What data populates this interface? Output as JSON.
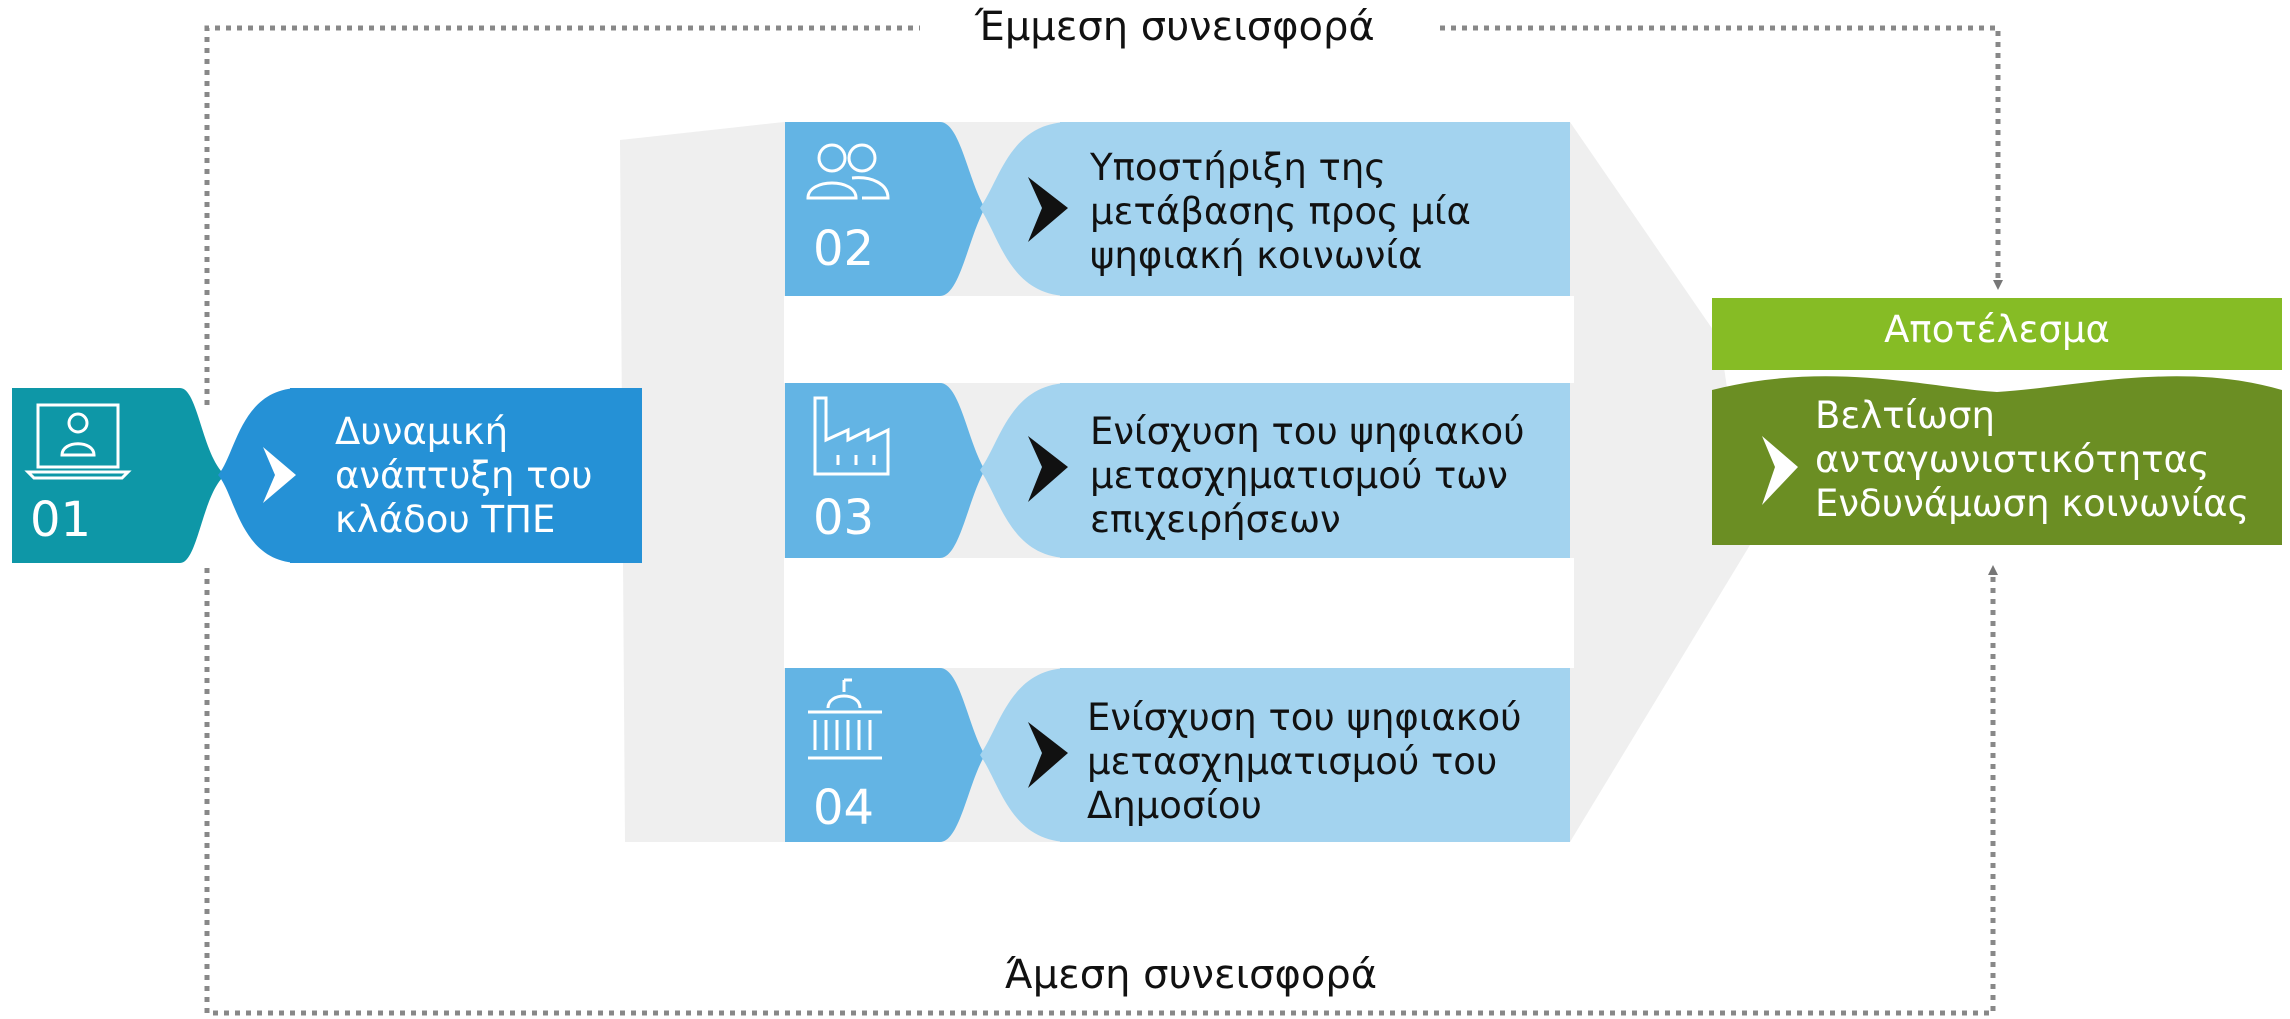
{
  "flows": {
    "indirect_label": "Έμμεση συνεισφορά",
    "direct_label": "Άμεση συνεισφορά"
  },
  "steps": [
    {
      "number": "01",
      "icon": "laptop-user-icon",
      "title": "Δυναμική\nανάπτυξη του\nκλάδου ΤΠΕ"
    },
    {
      "number": "02",
      "icon": "people-icon",
      "title": "Υποστήριξη της\nμετάβασης προς μία\nψηφιακή κοινωνία"
    },
    {
      "number": "03",
      "icon": "factory-icon",
      "title": "Ενίσχυση του ψηφιακού\nμετασχηματισμού των\nεπιχειρήσεων"
    },
    {
      "number": "04",
      "icon": "government-building-icon",
      "title": "Ενίσχυση του ψηφιακού\nμετασχηματισμού του\nΔημοσίου"
    }
  ],
  "result": {
    "heading": "Αποτέλεσμα",
    "text": "Βελτίωση\nανταγωνιστικότητας\nΕνδυνάμωση κοινωνίας"
  },
  "colors": {
    "teal": "#0e97a7",
    "blue": "#2591d6",
    "light_blue_dark": "#63b4e4",
    "light_blue": "#a3d3ef",
    "green_light": "#86bc25",
    "green_dark": "#6b8e23",
    "funnel_gray": "#efefef",
    "arrow_dark": "#111111",
    "dotted_gray": "#888888"
  }
}
